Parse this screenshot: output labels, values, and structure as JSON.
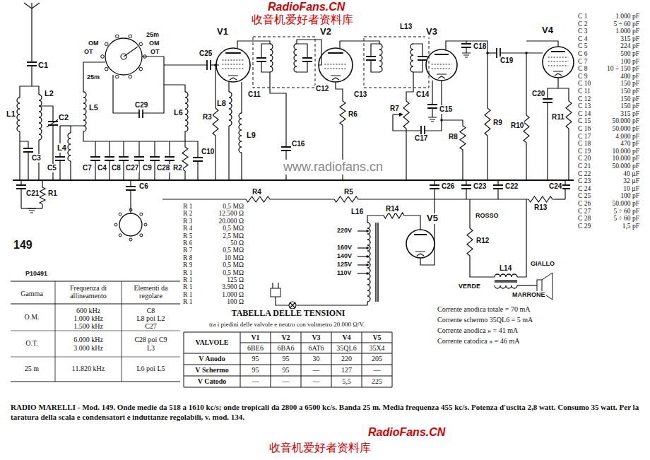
{
  "diagram": {
    "caption": "RADIO MARELLI - Mod. 149. Onde medie da 518 a 1610 kc/s; onde tropicali da 2800 a 6500 kc/s. Banda 25 m. Media frequenza 455 kc/s. Potenza d'uscita 2,8 watt. Consumo 35 watt. Per la taratura della scala e condensatori e induttanze regolabili, v. mod. 134.",
    "labels": [
      "RadioFans.CN",
      "收音机爱好者资料库",
      "www.radiofans.cn",
      "RadioFans.CN",
      "收音机爱好者资料库",
      "V1",
      "V2",
      "V3",
      "V4",
      "V5",
      "C1",
      "L1",
      "L2",
      "C2",
      "C3",
      "L4",
      "L5",
      "C5",
      "C7",
      "C4",
      "C8",
      "C27",
      "C9",
      "C28",
      "R2",
      "C29",
      "L6",
      "R3",
      "C10",
      "L8",
      "L9",
      "C25",
      "C11",
      "C12",
      "C13",
      "C14",
      "L13",
      "C16",
      "R6",
      "R7",
      "C15",
      "C17",
      "R8",
      "R9",
      "C18",
      "C19",
      "C20",
      "R10",
      "R11",
      "C21",
      "R1",
      "C6",
      "R4",
      "R5",
      "C26",
      "C23",
      "C22",
      "C24",
      "R13",
      "R14",
      "R12",
      "L16",
      "L14",
      "25m",
      "OM",
      "OT",
      "OM",
      "OT",
      "25m",
      "220V",
      "160V",
      "140V",
      "125V",
      "110V",
      "ROSSO",
      "GIALLO",
      "VERDE",
      "MARRONE",
      "149",
      "P10491",
      "C 1",
      "1.000 pF",
      "C 2",
      "5 ÷ 60 pF",
      "C 3",
      "1.000 pF",
      "C 4",
      "315 pF",
      "C 5",
      "224 pF",
      "C 6",
      "500 pF",
      "C 7",
      "100 pF",
      "C 8",
      "10 ÷ 150 pF",
      "C 9",
      "400 pF",
      "C 10",
      "150 pF",
      "C 11",
      "150 pF",
      "C 12",
      "150 pF",
      "C 13",
      "150 pF",
      "C 14",
      "315 pF",
      "C 15",
      "50.000 pF",
      "C 16",
      "50.000 pF",
      "C 17",
      "4.000 pF",
      "C 18",
      "470 pF",
      "C 19",
      "10.000 pF",
      "C 20",
      "10.000 pF",
      "C 21",
      "50.000 pF",
      "C 22",
      "40 µF",
      "C 23",
      "32 µF",
      "C 24",
      "10 µF",
      "C 25",
      "100 pF",
      "C 26",
      "50.000 pF",
      "C 27",
      "5 ÷ 60 pF",
      "C 28",
      "5 ÷ 60 pF",
      "C 29",
      "1,5 pF",
      "R 1",
      "0,5 MΩ",
      "R 2",
      "12.500 Ω",
      "R 3",
      "20.000 Ω",
      "R 4",
      "0,5 MΩ",
      "R 5",
      "2,5 MΩ",
      "R 6",
      "50 Ω",
      "R 7",
      "0,5 MΩ",
      "R 8",
      "10 MΩ",
      "R 9",
      "0,5 MΩ",
      "R 10",
      "0,5 MΩ",
      "R 11",
      "125 Ω",
      "R 12",
      "3.900 Ω",
      "R 13",
      "1.000 Ω",
      "R 14",
      "100 Ω",
      "Gamma",
      "Frequenza di allineamento",
      "Elementi da regolare",
      "O.M.",
      "600 kHz",
      "1.000 kHz",
      "1.500 kHz",
      "C8",
      "L8 poi L2",
      "C27",
      "O.T.",
      "6.000 kHz",
      "3.000 kHz",
      "C28 poi C9",
      "L3",
      "25 m",
      "11.820 kHz",
      "L6 poi L5",
      "TABELLA DELLE TENSIONI",
      "tra i piedini delle valvole e neutro con voltmetro 20.000 Ω/V.",
      "VALVOLE",
      "V1",
      "V2",
      "V3",
      "V4",
      "V5",
      "6BE6",
      "6BA6",
      "6AT6",
      "35QL6",
      "35X4",
      "V Anodo",
      "95",
      "95",
      "30",
      "220",
      "205",
      "V Schermo",
      "95",
      "95",
      "—",
      "127",
      "—",
      "V Catodo",
      "—",
      "—",
      "—",
      "5,5",
      "225",
      "Corrente anodica totale = 70 mA",
      "Corrente schermo 35QL6 = 5 mA",
      "Corrente anodica » = 41 mA",
      "Corrente catodica » = 46 mA"
    ]
  }
}
